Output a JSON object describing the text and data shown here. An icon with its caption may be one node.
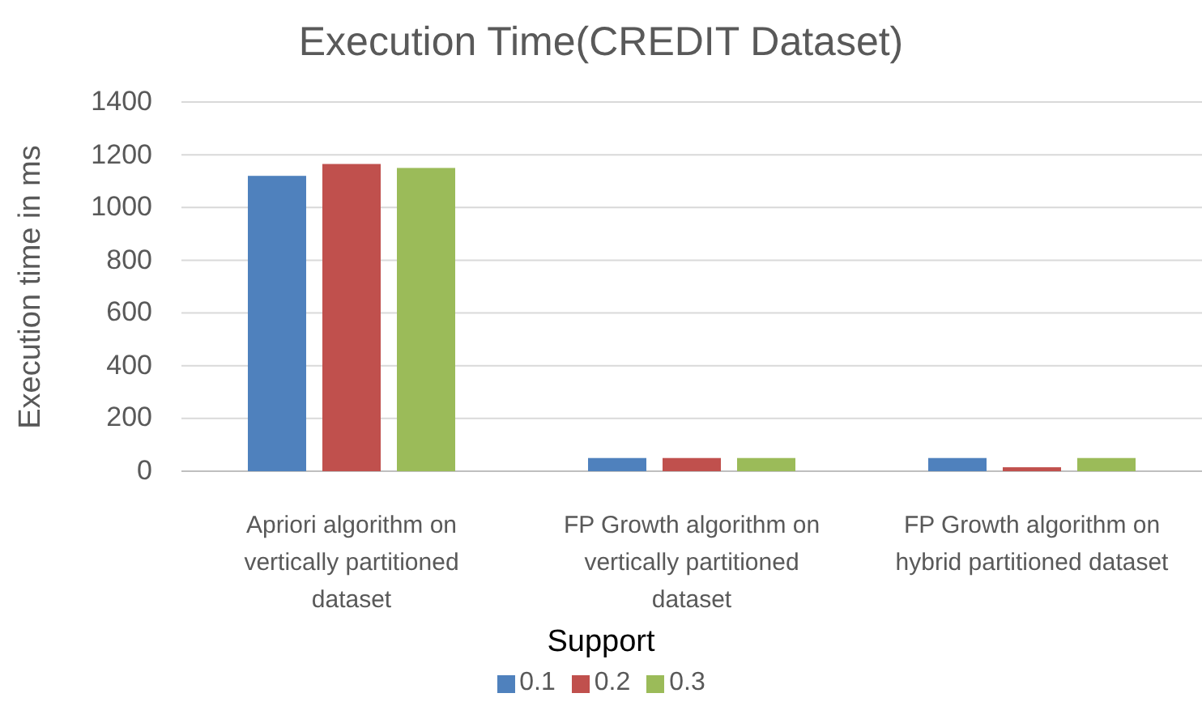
{
  "diagram": {
    "title": "Execution Time(CREDIT Dataset)",
    "labels": [
      "Support"
    ],
    "chart_data": {
      "type": "bar",
      "grid": true,
      "ylabel": "Execution time in ms",
      "categories": [
        "Apriori algorithm on vertically partitioned dataset",
        "FP Growth algorithm on vertically partitioned dataset",
        "FP Growth algorithm on hybrid partitioned dataset"
      ],
      "series": [
        {
          "name": "0.1",
          "color": "#4f81bd",
          "values": [
            1120,
            50,
            50
          ]
        },
        {
          "name": "0.2",
          "color": "#c0504d",
          "values": [
            1165,
            50,
            15
          ]
        },
        {
          "name": "0.3",
          "color": "#9bbb59",
          "values": [
            1150,
            50,
            50
          ]
        }
      ],
      "ylim": [
        0,
        1400
      ],
      "yticks": [
        0,
        200,
        400,
        600,
        800,
        1000,
        1200,
        1400
      ]
    }
  }
}
